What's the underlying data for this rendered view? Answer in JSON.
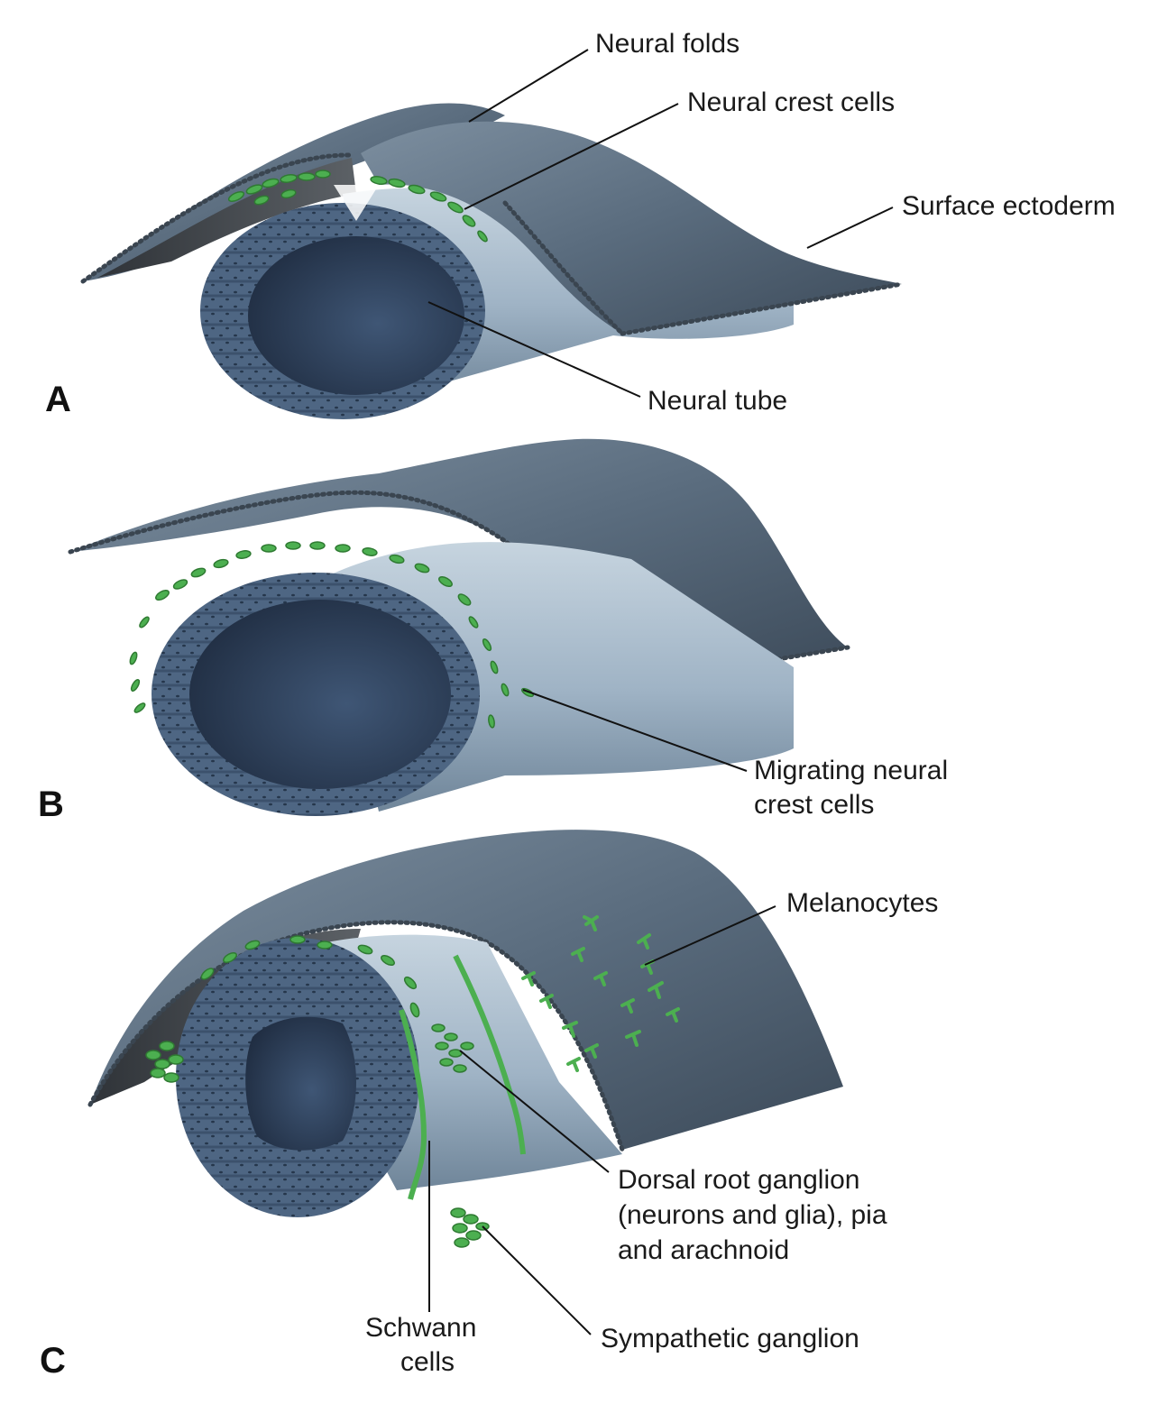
{
  "labels": {
    "neural_folds": "Neural folds",
    "neural_crest_cells": "Neural crest cells",
    "surface_ectoderm": "Surface ectoderm",
    "neural_tube": "Neural tube",
    "migrating_1": "Migrating neural",
    "migrating_2": "crest cells",
    "melanocytes": "Melanocytes",
    "drg_1": "Dorsal root ganglion",
    "drg_2": "(neurons and glia), pia",
    "drg_3": "and arachnoid",
    "schwann_1": "Schwann",
    "schwann_2": "cells",
    "sympathetic": "Sympathetic ganglion"
  },
  "panels": [
    "A",
    "B",
    "C"
  ],
  "colors": {
    "ectoderm": "#586a7c",
    "ectoderm_dark": "#3a4654",
    "tube_wall": "#4e6683",
    "tube_lumen": "#2d3f58",
    "tube_body": "#a8bccd",
    "crest_green": "#4caf50",
    "crest_dark": "#2f7a32"
  }
}
